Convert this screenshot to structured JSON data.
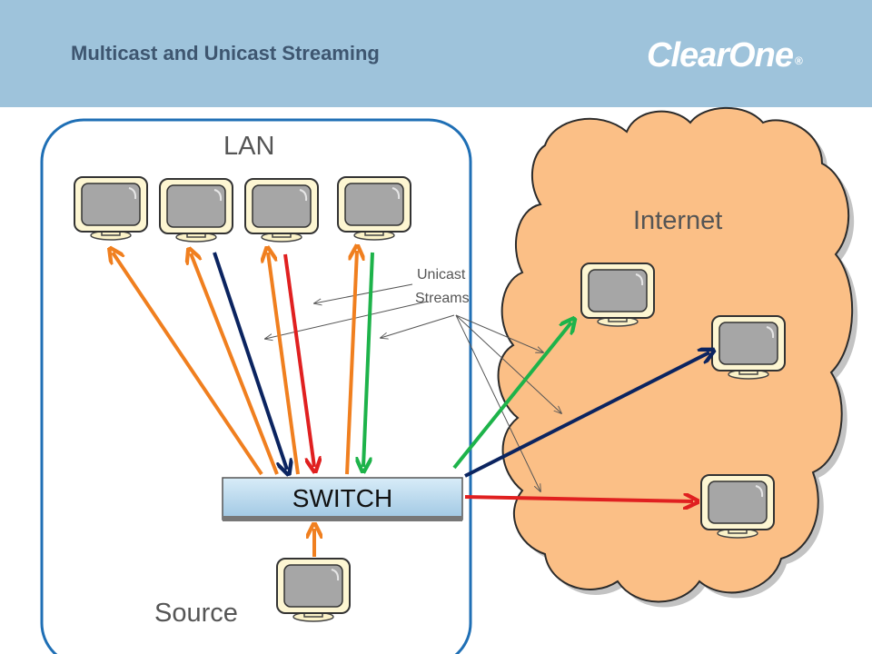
{
  "slide": {
    "title": "Multicast and Unicast Streaming",
    "logo_text": "ClearOne",
    "logo_mark": "®"
  },
  "diagram": {
    "lan_label": "LAN",
    "internet_label": "Internet",
    "unicast_label_line1": "Unicast",
    "unicast_label_line2": "Streams",
    "switch_label": "SWITCH",
    "source_label": "Source"
  },
  "colors": {
    "header": "#9ec3db",
    "lan_border": "#1f6fb5",
    "cloud_fill": "#fbbf86",
    "multicast_arrow": "#f07f1f",
    "navy_stream": "#0b2460",
    "red_stream": "#e02020",
    "green_stream": "#1db34a",
    "switch_fill": "#bcdcf0"
  }
}
